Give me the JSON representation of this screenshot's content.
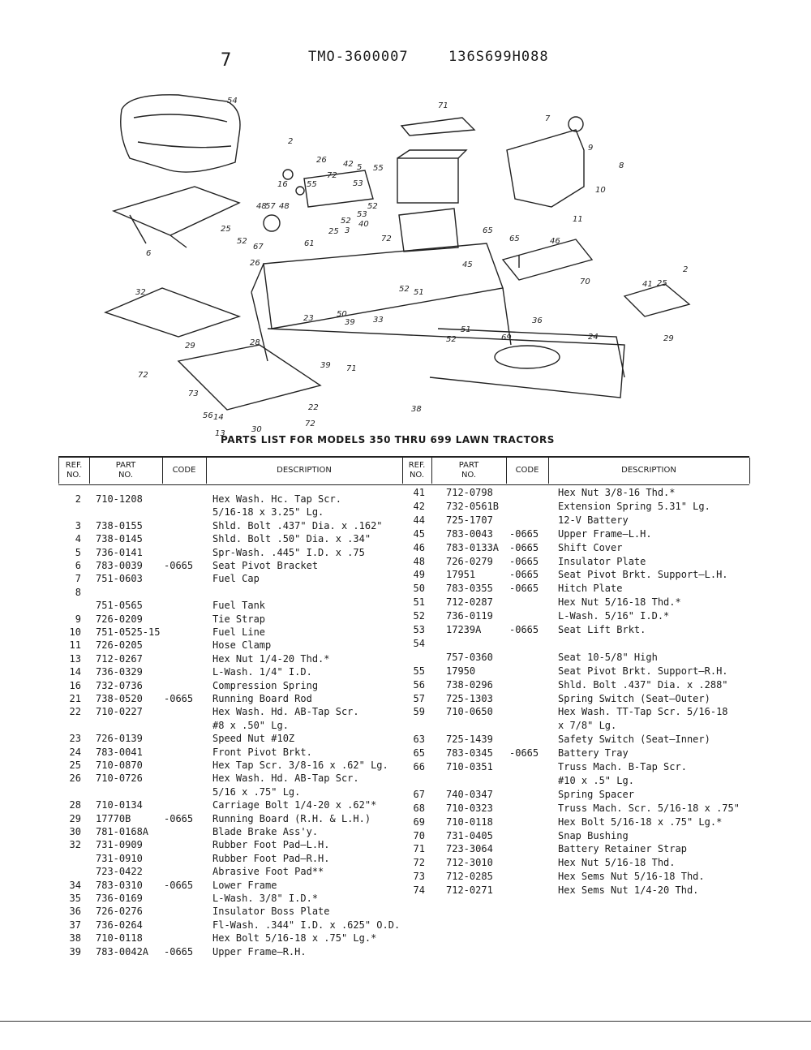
{
  "header": {
    "page_number": "7",
    "model_code": "TMO-3600007",
    "serial_code": "136S699H088"
  },
  "diagram": {
    "callouts": [
      "54",
      "2",
      "16",
      "55",
      "26",
      "72",
      "42",
      "5",
      "55",
      "53",
      "52",
      "53",
      "52",
      "3",
      "25",
      "40",
      "72",
      "48",
      "57",
      "48",
      "52",
      "67",
      "61",
      "26",
      "6",
      "25",
      "71",
      "7",
      "9",
      "8",
      "10",
      "11",
      "65",
      "65",
      "46",
      "45",
      "70",
      "2",
      "41",
      "25",
      "29",
      "23",
      "33",
      "52",
      "51",
      "50",
      "39",
      "36",
      "24",
      "52",
      "51",
      "69",
      "39",
      "71",
      "28",
      "29",
      "72",
      "73",
      "56",
      "14",
      "13",
      "30",
      "38",
      "32",
      "72",
      "22"
    ]
  },
  "parts_title": "PARTS LIST FOR MODELS 350 THRU 699 LAWN TRACTORS",
  "columns": {
    "ref": "REF.\nNO.",
    "part": "PART\nNO.",
    "code": "CODE",
    "desc": "DESCRIPTION"
  },
  "left_rows": [
    {
      "ref": "2",
      "part": "710-1208",
      "code": "",
      "desc": "Hex Wash. Hc. Tap Scr."
    },
    {
      "ref": "",
      "part": "",
      "code": "",
      "desc": "5/16-18 x 3.25\" Lg."
    },
    {
      "ref": "3",
      "part": "738-0155",
      "code": "",
      "desc": "Shld. Bolt .437\" Dia. x .162\""
    },
    {
      "ref": "4",
      "part": "738-0145",
      "code": "",
      "desc": "Shld. Bolt .50\" Dia. x .34\""
    },
    {
      "ref": "5",
      "part": "736-0141",
      "code": "",
      "desc": "Spr-Wash. .445\" I.D. x .75"
    },
    {
      "ref": "6",
      "part": "783-0039",
      "code": "-0665",
      "desc": "Seat Pivot Bracket"
    },
    {
      "ref": "7",
      "part": "751-0603",
      "code": "",
      "desc": "Fuel Cap"
    },
    {
      "ref": "8",
      "part": "",
      "code": "",
      "desc": ""
    },
    {
      "ref": "",
      "part": "751-0565",
      "code": "",
      "desc": "Fuel Tank"
    },
    {
      "ref": "9",
      "part": "726-0209",
      "code": "",
      "desc": "Tie Strap"
    },
    {
      "ref": "10",
      "part": "751-0525-15",
      "code": "",
      "desc": "Fuel Line"
    },
    {
      "ref": "11",
      "part": "726-0205",
      "code": "",
      "desc": "Hose Clamp"
    },
    {
      "ref": "13",
      "part": "712-0267",
      "code": "",
      "desc": "Hex Nut 1/4-20 Thd.*"
    },
    {
      "ref": "14",
      "part": "736-0329",
      "code": "",
      "desc": "L-Wash. 1/4\" I.D."
    },
    {
      "ref": "16",
      "part": "732-0736",
      "code": "",
      "desc": "Compression Spring"
    },
    {
      "ref": "21",
      "part": "738-0520",
      "code": "-0665",
      "desc": "Running Board Rod"
    },
    {
      "ref": "22",
      "part": "710-0227",
      "code": "",
      "desc": "Hex Wash. Hd. AB-Tap Scr."
    },
    {
      "ref": "",
      "part": "",
      "code": "",
      "desc": "#8 x .50\" Lg."
    },
    {
      "ref": "23",
      "part": "726-0139",
      "code": "",
      "desc": "Speed Nut #10Z"
    },
    {
      "ref": "24",
      "part": "783-0041",
      "code": "",
      "desc": "Front Pivot Brkt."
    },
    {
      "ref": "25",
      "part": "710-0870",
      "code": "",
      "desc": "Hex Tap Scr. 3/8-16 x .62\" Lg."
    },
    {
      "ref": "26",
      "part": "710-0726",
      "code": "",
      "desc": "Hex Wash. Hd. AB-Tap Scr."
    },
    {
      "ref": "",
      "part": "",
      "code": "",
      "desc": "5/16 x .75\" Lg."
    },
    {
      "ref": "28",
      "part": "710-0134",
      "code": "",
      "desc": "Carriage Bolt 1/4-20 x .62\"*"
    },
    {
      "ref": "29",
      "part": "17770B",
      "code": "-0665",
      "desc": "Running Board (R.H. & L.H.)"
    },
    {
      "ref": "30",
      "part": "781-0168A",
      "code": "",
      "desc": "Blade Brake Ass'y."
    },
    {
      "ref": "32",
      "part": "731-0909",
      "code": "",
      "desc": "Rubber Foot Pad—L.H."
    },
    {
      "ref": "",
      "part": "731-0910",
      "code": "",
      "desc": "Rubber Foot Pad—R.H."
    },
    {
      "ref": "",
      "part": "723-0422",
      "code": "",
      "desc": "Abrasive Foot Pad**"
    },
    {
      "ref": "34",
      "part": "783-0310",
      "code": "-0665",
      "desc": "Lower Frame"
    },
    {
      "ref": "35",
      "part": "736-0169",
      "code": "",
      "desc": "L-Wash. 3/8\" I.D.*"
    },
    {
      "ref": "36",
      "part": "726-0276",
      "code": "",
      "desc": "Insulator Boss Plate"
    },
    {
      "ref": "37",
      "part": "736-0264",
      "code": "",
      "desc": "Fl-Wash. .344\" I.D. x .625\" O.D."
    },
    {
      "ref": "38",
      "part": "710-0118",
      "code": "",
      "desc": "Hex Bolt 5/16-18 x .75\" Lg.*"
    },
    {
      "ref": "39",
      "part": "783-0042A",
      "code": "-0665",
      "desc": "Upper Frame—R.H."
    }
  ],
  "right_rows": [
    {
      "ref": "41",
      "part": "712-0798",
      "code": "",
      "desc": "Hex Nut 3/8-16 Thd.*"
    },
    {
      "ref": "42",
      "part": "732-0561B",
      "code": "",
      "desc": "Extension Spring 5.31\" Lg."
    },
    {
      "ref": "44",
      "part": "725-1707",
      "code": "",
      "desc": "12-V Battery"
    },
    {
      "ref": "45",
      "part": "783-0043",
      "code": "-0665",
      "desc": "Upper Frame—L.H."
    },
    {
      "ref": "46",
      "part": "783-0133A",
      "code": "-0665",
      "desc": "Shift Cover"
    },
    {
      "ref": "48",
      "part": "726-0279",
      "code": "-0665",
      "desc": "Insulator Plate"
    },
    {
      "ref": "49",
      "part": "17951",
      "code": "-0665",
      "desc": "Seat Pivot Brkt. Support—L.H."
    },
    {
      "ref": "50",
      "part": "783-0355",
      "code": "-0665",
      "desc": "Hitch Plate"
    },
    {
      "ref": "51",
      "part": "712-0287",
      "code": "",
      "desc": "Hex Nut 5/16-18 Thd.*"
    },
    {
      "ref": "52",
      "part": "736-0119",
      "code": "",
      "desc": "L-Wash. 5/16\" I.D.*"
    },
    {
      "ref": "53",
      "part": "17239A",
      "code": "-0665",
      "desc": "Seat Lift Brkt."
    },
    {
      "ref": "54",
      "part": "",
      "code": "",
      "desc": ""
    },
    {
      "ref": "",
      "part": "757-0360",
      "code": "",
      "desc": "Seat 10-5/8\" High"
    },
    {
      "ref": "55",
      "part": "17950",
      "code": "",
      "desc": "Seat Pivot Brkt. Support—R.H."
    },
    {
      "ref": "56",
      "part": "738-0296",
      "code": "",
      "desc": "Shld. Bolt .437\" Dia. x .288\""
    },
    {
      "ref": "57",
      "part": "725-1303",
      "code": "",
      "desc": "Spring Switch (Seat—Outer)"
    },
    {
      "ref": "59",
      "part": "710-0650",
      "code": "",
      "desc": "Hex Wash. TT-Tap Scr. 5/16-18"
    },
    {
      "ref": "",
      "part": "",
      "code": "",
      "desc": "x 7/8\" Lg."
    },
    {
      "ref": "63",
      "part": "725-1439",
      "code": "",
      "desc": "Safety Switch (Seat—Inner)"
    },
    {
      "ref": "65",
      "part": "783-0345",
      "code": "-0665",
      "desc": "Battery Tray"
    },
    {
      "ref": "66",
      "part": "710-0351",
      "code": "",
      "desc": "Truss Mach. B-Tap Scr."
    },
    {
      "ref": "",
      "part": "",
      "code": "",
      "desc": "#10 x .5\" Lg."
    },
    {
      "ref": "67",
      "part": "740-0347",
      "code": "",
      "desc": "Spring Spacer"
    },
    {
      "ref": "68",
      "part": "710-0323",
      "code": "",
      "desc": "Truss Mach. Scr. 5/16-18 x .75\""
    },
    {
      "ref": "69",
      "part": "710-0118",
      "code": "",
      "desc": "Hex Bolt 5/16-18 x .75\" Lg.*"
    },
    {
      "ref": "70",
      "part": "731-0405",
      "code": "",
      "desc": "Snap Bushing"
    },
    {
      "ref": "71",
      "part": "723-3064",
      "code": "",
      "desc": "Battery Retainer Strap"
    },
    {
      "ref": "72",
      "part": "712-3010",
      "code": "",
      "desc": "Hex Nut 5/16-18 Thd."
    },
    {
      "ref": "73",
      "part": "712-0285",
      "code": "",
      "desc": "Hex Sems Nut 5/16-18 Thd."
    },
    {
      "ref": "74",
      "part": "712-0271",
      "code": "",
      "desc": "Hex Sems Nut 1/4-20 Thd."
    }
  ]
}
